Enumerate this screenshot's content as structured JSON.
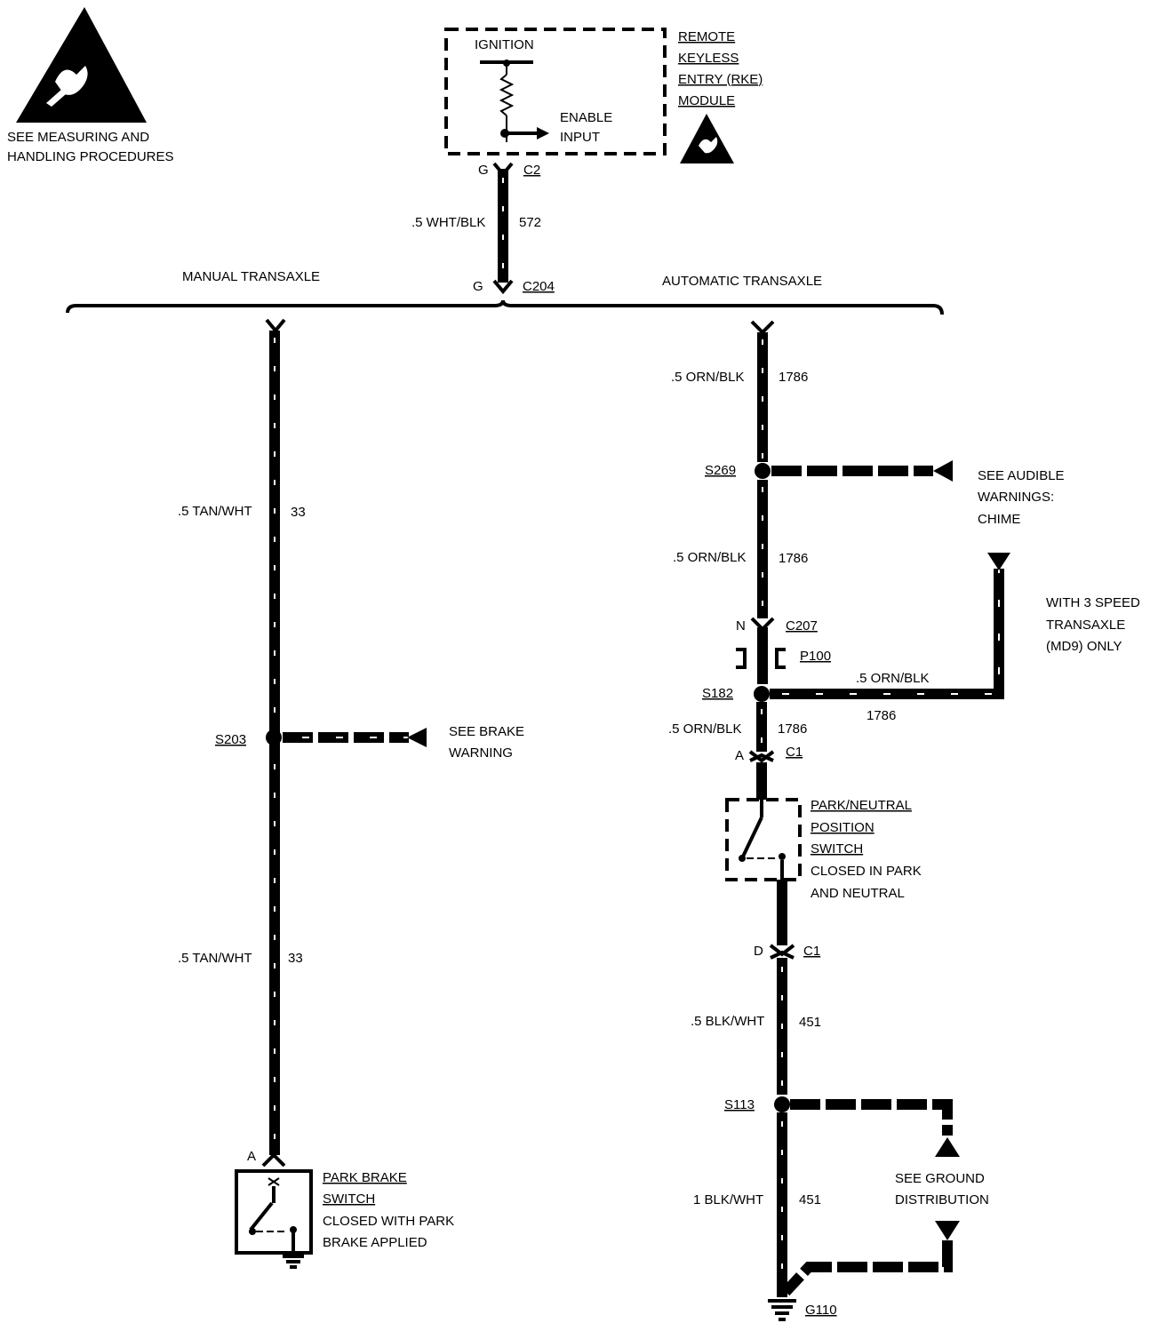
{
  "esd_notice": {
    "line1": "SEE MEASURING AND",
    "line2": "HANDLING PROCEDURES"
  },
  "rke_module": {
    "title_lines": [
      "REMOTE",
      "KEYLESS",
      "ENTRY (RKE)",
      "MODULE"
    ],
    "ignition": "IGNITION",
    "enable_input_lines": [
      "ENABLE",
      "INPUT"
    ]
  },
  "connectors": {
    "c2": {
      "pin": "G",
      "name": "C2"
    },
    "c204": {
      "pin": "G",
      "name": "C204"
    },
    "c207": {
      "pin": "N",
      "name": "C207"
    },
    "p100": {
      "name": "P100"
    },
    "c1_a": {
      "pin": "A",
      "name": "C1"
    },
    "c1_d": {
      "pin": "D",
      "name": "C1"
    },
    "park_brake_pin": {
      "pin": "A"
    }
  },
  "wires": {
    "w572": {
      "gauge_color": ".5 WHT/BLK",
      "circuit": "572"
    },
    "manual_top": {
      "gauge_color": ".5 TAN/WHT",
      "circuit": "33"
    },
    "manual_bottom": {
      "gauge_color": ".5 TAN/WHT",
      "circuit": "33"
    },
    "auto_1": {
      "gauge_color": ".5 ORN/BLK",
      "circuit": "1786"
    },
    "auto_2": {
      "gauge_color": ".5 ORN/BLK",
      "circuit": "1786"
    },
    "auto_3": {
      "gauge_color": ".5 ORN/BLK",
      "circuit": "1786"
    },
    "branch_3spd": {
      "gauge_color": ".5 ORN/BLK",
      "circuit": "1786"
    },
    "ground_1": {
      "gauge_color": ".5 BLK/WHT",
      "circuit": "451"
    },
    "ground_2": {
      "gauge_color": "1 BLK/WHT",
      "circuit": "451"
    }
  },
  "splices": {
    "s203": "S203",
    "s269": "S269",
    "s182": "S182",
    "s113": "S113"
  },
  "sections": {
    "manual": "MANUAL TRANSAXLE",
    "automatic": "AUTOMATIC TRANSAXLE"
  },
  "references": {
    "brake_warning": [
      "SEE BRAKE",
      "WARNING"
    ],
    "audible_warnings": [
      "SEE AUDIBLE",
      "WARNINGS:",
      "CHIME"
    ],
    "three_speed": [
      "WITH 3 SPEED",
      "TRANSAXLE",
      "(MD9) ONLY"
    ],
    "ground_distribution": [
      "SEE GROUND",
      "DISTRIBUTION"
    ]
  },
  "park_brake_switch": {
    "title_lines": [
      "PARK BRAKE",
      "SWITCH"
    ],
    "desc_lines": [
      "CLOSED WITH PARK",
      "BRAKE APPLIED"
    ]
  },
  "pn_switch": {
    "title_lines": [
      "PARK/NEUTRAL",
      "POSITION",
      "SWITCH"
    ],
    "desc_lines": [
      "CLOSED IN PARK",
      "AND NEUTRAL"
    ]
  },
  "ground": {
    "name": "G110"
  },
  "icons": [
    "esd-warning-icon",
    "ground-symbol-icon",
    "arrow-left-icon",
    "arrow-down-icon",
    "arrow-up-icon",
    "switch-icon",
    "resistor-icon"
  ]
}
